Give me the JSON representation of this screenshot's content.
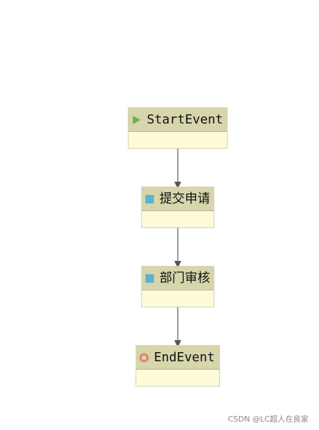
{
  "nodes": [
    {
      "id": "start",
      "label": "StartEvent",
      "icon": "play-icon"
    },
    {
      "id": "submit",
      "label": "提交申请",
      "icon": "square-icon"
    },
    {
      "id": "review",
      "label": "部门审核",
      "icon": "square-icon"
    },
    {
      "id": "end",
      "label": "EndEvent",
      "icon": "ring-icon"
    }
  ],
  "edges": [
    {
      "from": "StartEvent",
      "to": "提交申请"
    },
    {
      "from": "提交申请",
      "to": "部门审核"
    },
    {
      "from": "部门审核",
      "to": "EndEvent"
    }
  ],
  "colors": {
    "header": "#d6d5ab",
    "body": "#fdfbd8",
    "start_icon": "#6fb24b",
    "task_icon": "#5bb3cf",
    "end_icon": "#e08070",
    "edge": "#555555"
  },
  "watermark": "CSDN @LC超人在良家"
}
